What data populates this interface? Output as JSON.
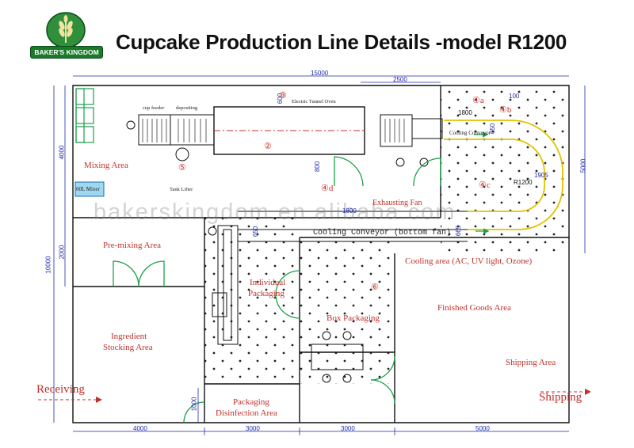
{
  "header": {
    "logo_text": "BAKER'S KINGDOM",
    "title": "Cupcake Production Line Details -model R1200"
  },
  "dimensions": {
    "top_total": "15000",
    "top_partial": "2500",
    "right_total": "5000",
    "left_total": "10000",
    "left_upper": "4000",
    "left_mid": "2000",
    "left_door": "1000",
    "bottom_1": "4000",
    "bottom_2": "3000",
    "bottom_3": "3000",
    "bottom_4": "5000",
    "oven_width": "600",
    "pos_100": "100",
    "pos_1800": "1800",
    "pos_650_a": "650",
    "pos_800": "800",
    "pos_1905": "1905",
    "radius": "R1200",
    "pos_1800_b": "1800",
    "pos_650_b": "650",
    "pos_665": "665"
  },
  "equipment_labels": {
    "cup_feeder": "cup feeder",
    "depositing": "depositing",
    "tunnel_oven": "Electric Tunnel Oven",
    "tank_lifter": "Tank Lifter",
    "mixer": "60L Mixer",
    "cooling_conveyor_top": "Cooling Conveyor",
    "exhausting_fan": "Exhausting Fan",
    "cooling_conveyor_bottom": "Cooling Conveyor (bottom fan)"
  },
  "markers": {
    "m2": "②",
    "m3": "③",
    "m4a": "④a",
    "m4b": "④b",
    "m4c": "④c",
    "m4d": "④d",
    "m5": "⑤",
    "m6": "⑥"
  },
  "areas": {
    "mixing": "Mixing Area",
    "premixing": "Pre-mixing Area",
    "ingredient_line1": "Ingredient",
    "ingredient_line2": "Stocking Area",
    "individual_line1": "Individual",
    "individual_line2": "Packaging",
    "box_packaging": "Box Packaging",
    "cooling_area": "Cooling area (AC, UV light, Ozone)",
    "finished_goods": "Finished Goods Area",
    "shipping_area": "Shipping Area",
    "packaging_line1": "Packaging",
    "packaging_line2": "Disinfection Area"
  },
  "flows": {
    "receiving": "Receiving",
    "shipping": "Shipping"
  },
  "watermark": "bakerskingdom.en.alibaba.com",
  "colors": {
    "wall": "#111111",
    "dimension": "#1f2aa8",
    "area_label": "#c0302a",
    "conveyor": "#e2c200",
    "mixer_fill": "#9fd7f0"
  }
}
